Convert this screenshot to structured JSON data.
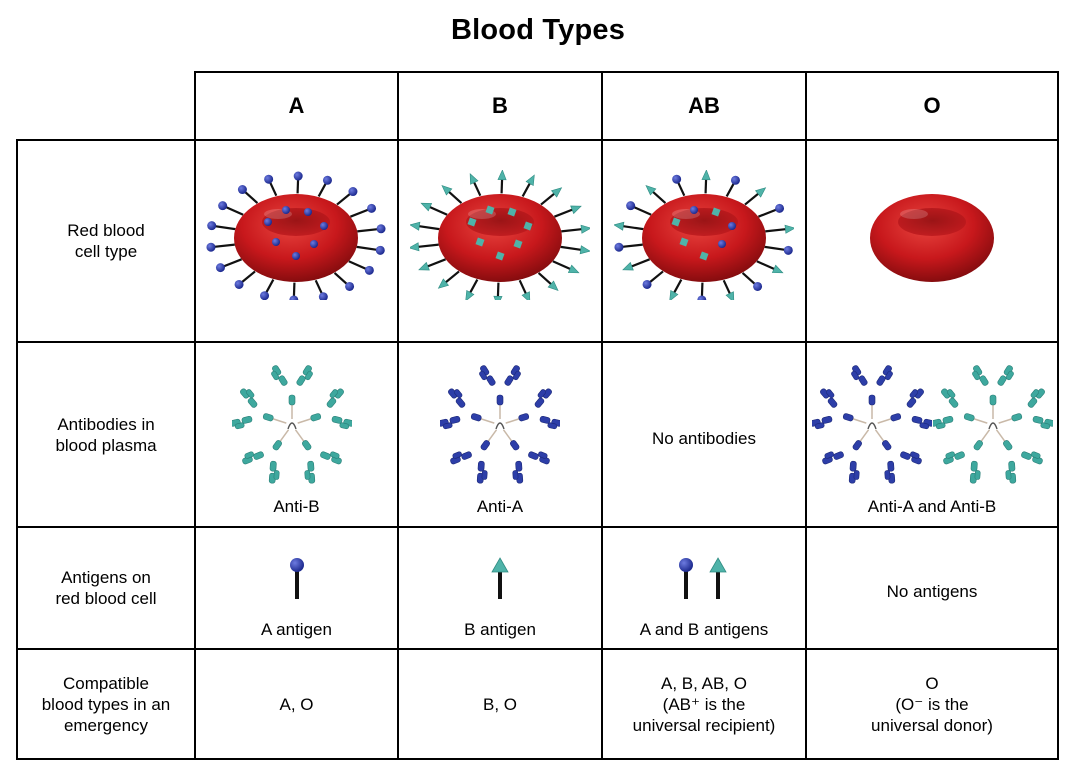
{
  "title": "Blood Types",
  "columns": [
    "A",
    "B",
    "AB",
    "O"
  ],
  "rows": {
    "rbc": {
      "label_lines": [
        "Red blood",
        "cell type"
      ]
    },
    "antibodies": {
      "label_lines": [
        "Antibodies in",
        "blood plasma"
      ],
      "captions": [
        "Anti-B",
        "Anti-A",
        "No antibodies",
        "Anti-A and Anti-B"
      ]
    },
    "antigens": {
      "label_lines": [
        "Antigens on",
        "red blood cell"
      ],
      "captions": [
        "A antigen",
        "B antigen",
        "A and B antigens",
        "No antigens"
      ]
    },
    "compatible": {
      "label_lines": [
        "Compatible",
        "blood types in an",
        "emergency"
      ],
      "cells": [
        [
          "A, O"
        ],
        [
          "B, O"
        ],
        [
          "A, B, AB, O",
          "(AB⁺ is the",
          "universal recipient)"
        ],
        [
          "O",
          "(O⁻ is the",
          "universal donor)"
        ]
      ]
    }
  },
  "colors": {
    "cell_red": "#c8181c",
    "antigen_a": "#2a3bb5",
    "antigen_b": "#4fb3a9",
    "antibody_teal": "#3ea89e",
    "antibody_blue": "#2d3ea8"
  }
}
